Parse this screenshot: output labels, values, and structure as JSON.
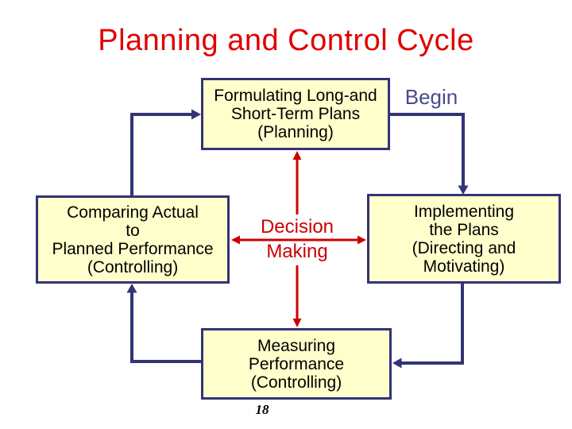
{
  "title": "Planning and Control Cycle",
  "begin_label": "Begin",
  "page_number": "18",
  "boxes": {
    "planning": {
      "lines": [
        "Formulating Long-and",
        "Short-Term Plans",
        "(Planning)"
      ]
    },
    "comparing": {
      "lines": [
        "Comparing Actual",
        "to",
        "Planned Performance",
        "(Controlling)"
      ]
    },
    "implementing": {
      "lines": [
        "Implementing",
        "the Plans",
        "(Directing and",
        "Motivating)"
      ]
    },
    "measuring": {
      "lines": [
        "Measuring",
        "Performance",
        "(Controlling)"
      ]
    }
  },
  "center": {
    "lines": [
      "Decision",
      "Making"
    ]
  },
  "colors": {
    "title_red": "#E00000",
    "diagram_red": "#CC0000",
    "navy": "#333377",
    "box_fill": "#FFFFCC",
    "begin_text": "#4A4A8F"
  }
}
